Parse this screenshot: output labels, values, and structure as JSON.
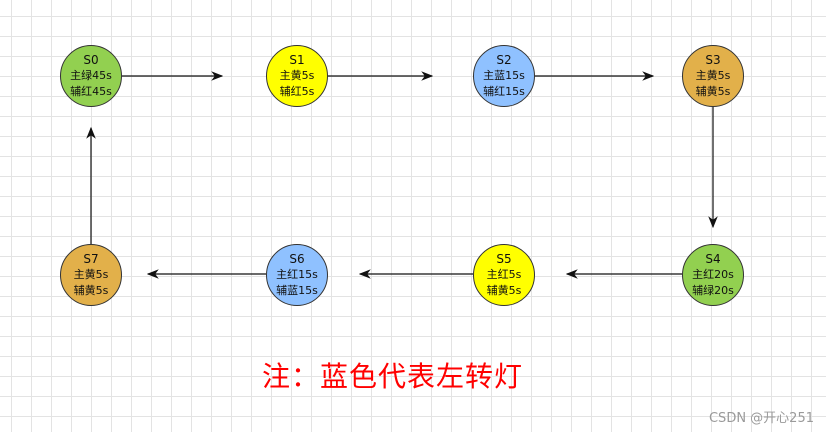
{
  "states": [
    {
      "id": "S0",
      "main": "主绿45s",
      "aux": "辅红45s",
      "color": "#92d050"
    },
    {
      "id": "S1",
      "main": "主黄5s",
      "aux": "辅红5s",
      "color": "#ffff00"
    },
    {
      "id": "S2",
      "main": "主蓝15s",
      "aux": "辅红15s",
      "color": "#8fc1ff"
    },
    {
      "id": "S3",
      "main": "主黄5s",
      "aux": "辅黄5s",
      "color": "#e2b04a"
    },
    {
      "id": "S4",
      "main": "主红20s",
      "aux": "辅绿20s",
      "color": "#92d050"
    },
    {
      "id": "S5",
      "main": "主红5s",
      "aux": "辅黄5s",
      "color": "#ffff00"
    },
    {
      "id": "S6",
      "main": "主红15s",
      "aux": "辅蓝15s",
      "color": "#8fc1ff"
    },
    {
      "id": "S7",
      "main": "主黄5s",
      "aux": "辅黄5s",
      "color": "#e2b04a"
    }
  ],
  "note": "注：蓝色代表左转灯",
  "watermark": "CSDN @开心251"
}
